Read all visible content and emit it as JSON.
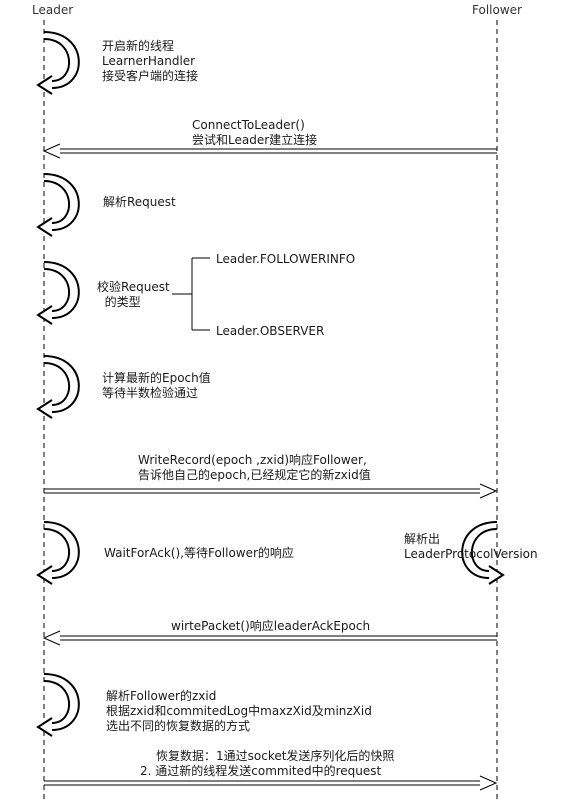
{
  "actors": {
    "leader": "Leader",
    "follower": "Follower"
  },
  "steps": {
    "s1": [
      "开启新的线程",
      "LearnerHandler",
      "接受客户端的连接"
    ],
    "s2": [
      "ConnectToLeader()",
      "尝试和Leader建立连接"
    ],
    "s3": [
      "解析Request"
    ],
    "s4": [
      "校验Request",
      "  的类型"
    ],
    "s4a": "Leader.FOLLOWERINFO",
    "s4b": "Leader.OBSERVER",
    "s5": [
      "计算最新的Epoch值",
      "等待半数检验通过"
    ],
    "s6": [
      "WriteRecord(epoch ,zxid)响应Follower,",
      "告诉他自己的epoch,已经规定它的新zxid值"
    ],
    "s7": [
      "WaitForAck(),等待Follower的响应"
    ],
    "s8": [
      "解析出",
      "LeaderProtocolVersion"
    ],
    "s9": [
      "wirtePacket()响应leaderAckEpoch"
    ],
    "s10": [
      "解析Follower的zxid",
      "根据zxid和commitedLog中maxzXid及minzXid",
      "选出不同的恢复数据的方式"
    ],
    "s11": [
      "恢复数据：1通过socket发送序列化后的快照",
      "2. 通过新的线程发送commited中的request"
    ]
  }
}
